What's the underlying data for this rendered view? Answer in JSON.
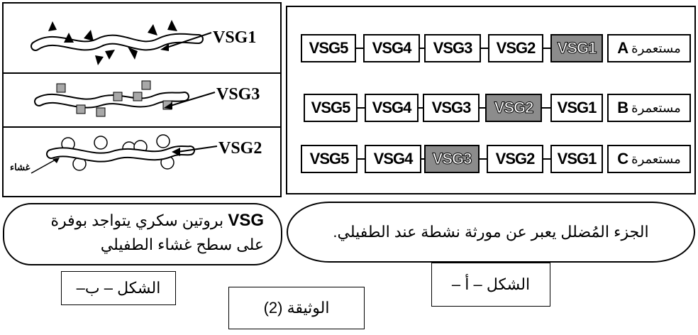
{
  "figure_a": {
    "rows": [
      {
        "colony_label": "مستعمرة",
        "colony_letter": "A",
        "genes": [
          "VSG5",
          "VSG4",
          "VSG3",
          "VSG2",
          "VSG1"
        ],
        "active": "VSG1"
      },
      {
        "colony_label": "مستعمرة",
        "colony_letter": "B",
        "genes": [
          "VSG5",
          "VSG4",
          "VSG3",
          "VSG2",
          "VSG1"
        ],
        "active": "VSG2"
      },
      {
        "colony_label": "مستعمرة",
        "colony_letter": "C",
        "genes": [
          "VSG5",
          "VSG4",
          "VSG3",
          "VSG2",
          "VSG1"
        ],
        "active": "VSG3"
      }
    ],
    "note": "الجزء المُضلل يعبر عن مورثة نشطة عند الطفيلي.",
    "caption": "الشكل – أ –"
  },
  "figure_b": {
    "panels": [
      {
        "label": "VSG1",
        "shape": "triangle"
      },
      {
        "label": "VSG3",
        "shape": "square"
      },
      {
        "label": "VSG2",
        "shape": "circle",
        "membrane_label": "غشاء"
      }
    ],
    "note_bold": "VSG",
    "note_line1": "بروتين سكري يتواجد بوفرة",
    "note_line2": "على سطح غشاء الطفيلي",
    "caption": "الشكل – ب–"
  },
  "document_caption": "الوثيقة (2)",
  "colors": {
    "active_gene": "#8c8c8c",
    "stroke": "#000000"
  }
}
